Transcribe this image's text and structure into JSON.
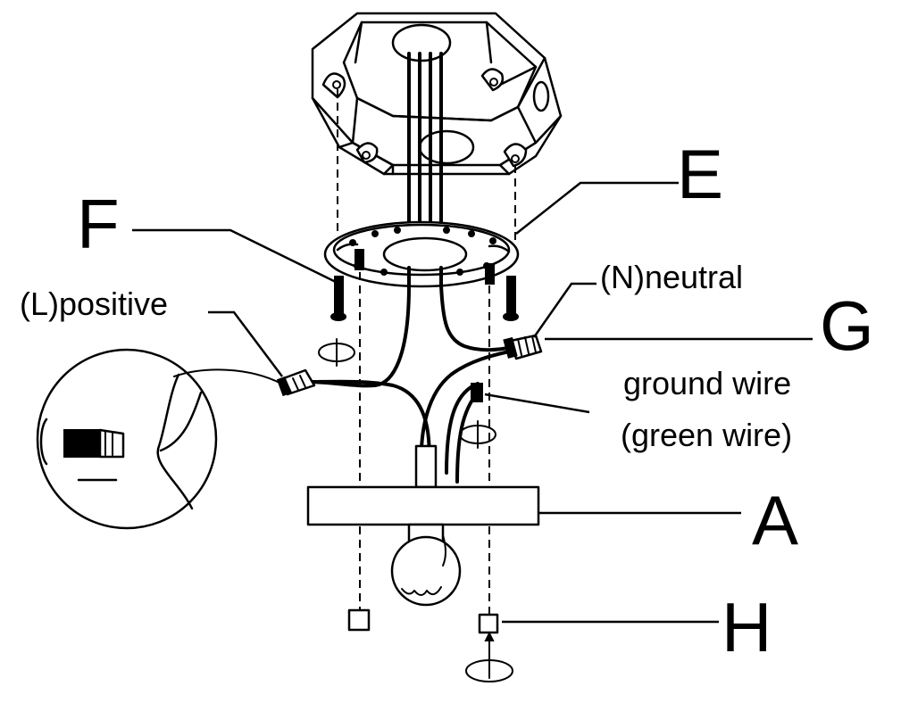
{
  "labels": {
    "E": "E",
    "F": "F",
    "G": "G",
    "A": "A",
    "H": "H",
    "positive": "(L)positive",
    "neutral": "(N)neutral",
    "ground_line1": "ground wire",
    "ground_line2": "(green wire)"
  }
}
